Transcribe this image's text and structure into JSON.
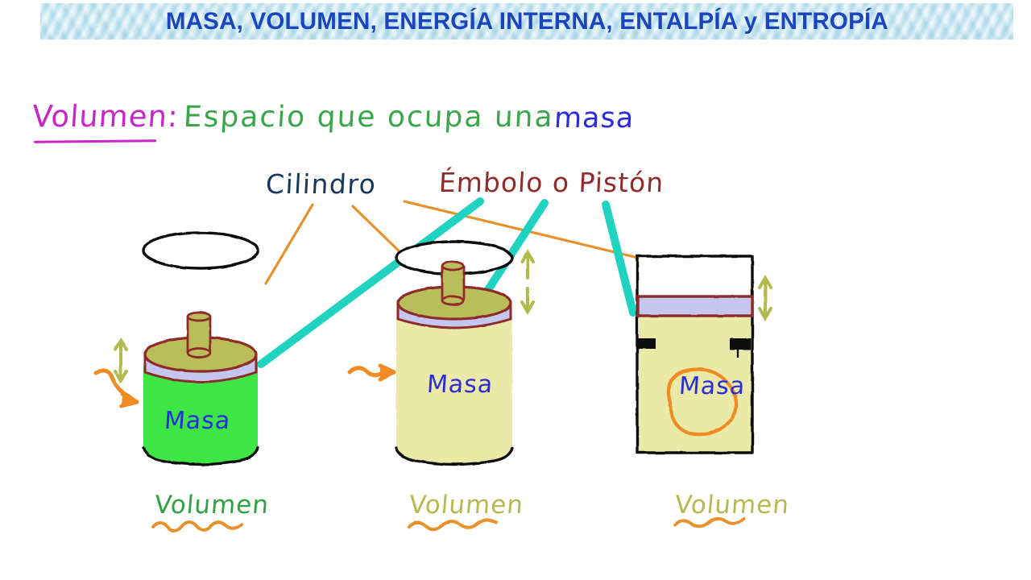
{
  "slide": {
    "background_color": "#ffffff",
    "title": {
      "text": "MASA, VOLUMEN, ENERGÍA INTERNA, ENTALPÍA y ENTROPÍA",
      "text_color": "#1b45bd",
      "banner_color": "#cfe9f3"
    },
    "definition": {
      "term": "Volumen:",
      "term_color": "#c925c9",
      "body": "Espacio  que  ocupa  una",
      "body_color": "#3aa64a",
      "highlight": "masa",
      "highlight_color": "#2a2ae0"
    },
    "callouts": [
      {
        "label": "Cilindro",
        "color": "#16365c",
        "leader_color": "#e8912a"
      },
      {
        "label": "Émbolo o Pistón",
        "color": "#8f2b2b",
        "leader_color": "#1fd3c0"
      }
    ],
    "figures": [
      {
        "id": "cylinder-1",
        "shape": "cylinder",
        "gas_label": "Masa",
        "gas_color": "#3ee545",
        "piston_face_color": "#b9bd5a",
        "piston_band_color": "#c5c6ee",
        "piston_outline_color": "#8f2b2b",
        "rod_color": "#b9bd5a",
        "caption": "Volumen",
        "caption_color": "#2fa342",
        "caption_underline_color": "#e8912a",
        "heat_arrow_color": "#f08a22",
        "motion_arrow_color": "#b3bb4e"
      },
      {
        "id": "cylinder-2",
        "shape": "cylinder",
        "gas_label": "Masa",
        "gas_color": "#eae9a8",
        "piston_face_color": "#b9bd5a",
        "piston_band_color": "#c5c6ee",
        "piston_outline_color": "#8f2b2b",
        "rod_color": "#b9bd5a",
        "caption": "Volumen",
        "caption_color": "#b3bb4e",
        "caption_underline_color": "#e8912a",
        "heat_arrow_color": "#f08a22",
        "motion_arrow_color": "#b3bb4e"
      },
      {
        "id": "container-3",
        "shape": "rectangle",
        "gas_label": "Masa",
        "gas_color": "#eae9a8",
        "piston_band_color": "#c5c6ee",
        "piston_outline_color": "#8f2b2b",
        "stop_color": "#111111",
        "circle_color": "#f08a22",
        "caption": "Volumen",
        "caption_color": "#b3bb4e",
        "caption_underline_color": "#e8912a",
        "motion_arrow_color": "#b3bb4e"
      }
    ]
  }
}
